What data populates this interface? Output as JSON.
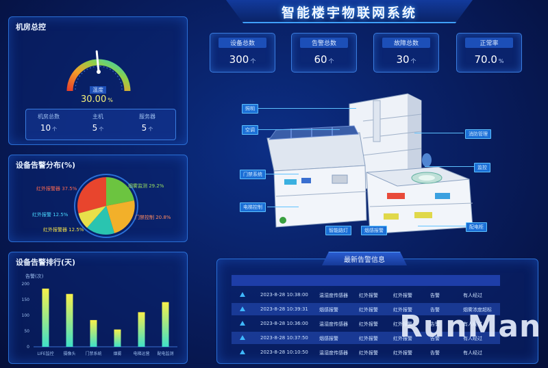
{
  "header": {
    "title": "智能楼宇物联网系统"
  },
  "stats": [
    {
      "label": "设备总数",
      "value": "300",
      "unit": "个"
    },
    {
      "label": "告警总数",
      "value": "60",
      "unit": "个"
    },
    {
      "label": "故障总数",
      "value": "30",
      "unit": "个"
    },
    {
      "label": "正常率",
      "value": "70.0",
      "unit": "%"
    }
  ],
  "machine_room": {
    "title": "机房总控",
    "gauge_label": "温度",
    "gauge_value": "30.00",
    "gauge_unit": "%",
    "gauge_level": 0.48,
    "mini_stats": [
      {
        "label": "机房总数",
        "value": "10",
        "unit": "个"
      },
      {
        "label": "主机",
        "value": "5",
        "unit": "个"
      },
      {
        "label": "服务器",
        "value": "5",
        "unit": "个"
      }
    ]
  },
  "pie_panel": {
    "title": "设备告警分布(%)",
    "labels": [
      {
        "text": "红外报警器 37.5%"
      },
      {
        "text": "烟雾监测 29.2%"
      },
      {
        "text": "红外报警 12.5%"
      },
      {
        "text": "门禁控制 20.8%"
      },
      {
        "text": "红外报警器 12.5%"
      }
    ]
  },
  "chart_data": {
    "type": "bar",
    "title": "设备告警排行(天)",
    "ylabel": "告警(次)",
    "categories": [
      "LIFE监控",
      "摄像头",
      "门禁系统",
      "烟雾",
      "电梯运营",
      "配电监测"
    ],
    "values": [
      185,
      168,
      85,
      55,
      110,
      142
    ],
    "ylim": [
      0,
      200
    ],
    "yticks": [
      0,
      50,
      100,
      150,
      200
    ],
    "colors": {
      "top": "#f7f04a",
      "bottom": "#3fe0c8"
    }
  },
  "building": {
    "callouts": [
      "照明",
      "空调",
      "门禁系统",
      "电梯控制",
      "智能路灯",
      "烟感报警",
      "监控",
      "消防管理",
      "配电柜"
    ]
  },
  "alarms": {
    "title": "最新告警信息",
    "rows": [
      {
        "time": "2023-8-28 10:38:00",
        "device": "温湿度传感器",
        "type": "红外报警",
        "level": "红外报警",
        "status": "告警",
        "handler": "有人经过"
      },
      {
        "time": "2023-8-28 10:39:31",
        "device": "烟感报警",
        "type": "红外报警",
        "level": "红外报警",
        "status": "告警",
        "handler": "烟雾浓度超标"
      },
      {
        "time": "2023-8-28 10:36:00",
        "device": "温湿度传感器",
        "type": "红外报警",
        "level": "红外报警",
        "status": "告警",
        "handler": "有人经过"
      },
      {
        "time": "2023-8-28 10:37:50",
        "device": "烟感报警",
        "type": "红外报警",
        "level": "红外报警",
        "status": "告警",
        "handler": "有人经过"
      },
      {
        "time": "2023-8-28 10:10:50",
        "device": "温湿度传感器",
        "type": "红外报警",
        "level": "红外报警",
        "status": "告警",
        "handler": "有人经过"
      }
    ]
  },
  "watermark": "RunMan"
}
